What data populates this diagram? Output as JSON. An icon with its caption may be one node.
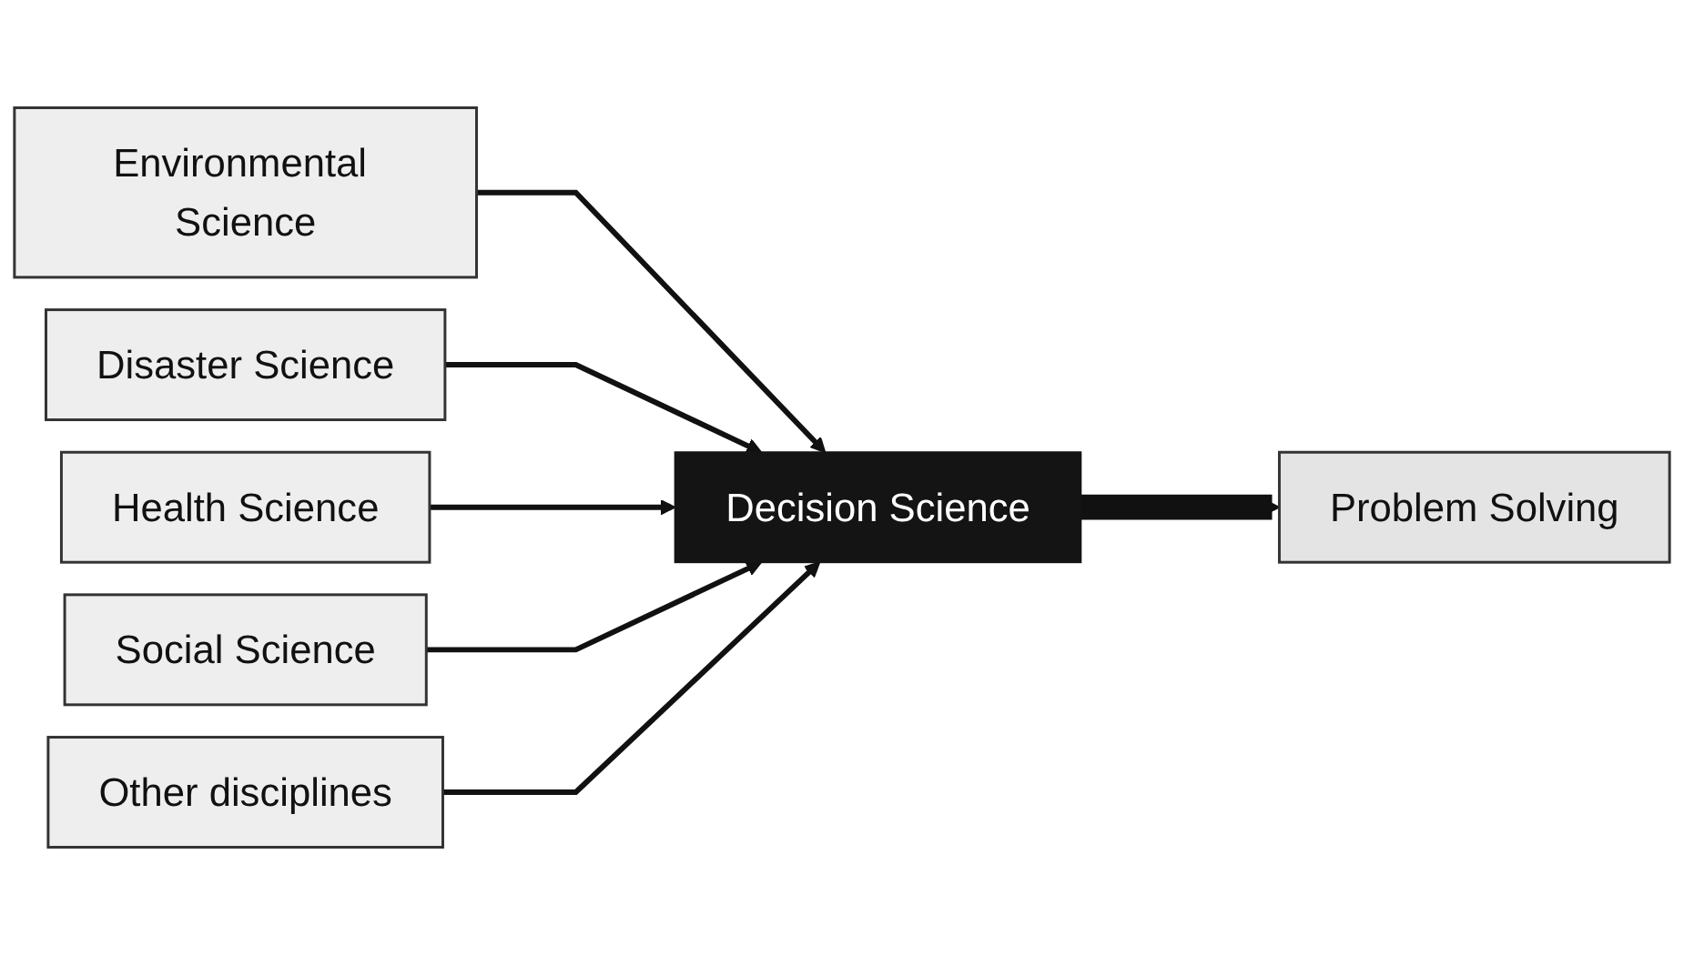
{
  "diagram": {
    "nodes": [
      {
        "text": [
          "Environmental Science"
        ]
      },
      {
        "text": [
          "Disaster Science"
        ]
      },
      {
        "text": [
          "Health Science"
        ]
      },
      {
        "text": [
          "Social Science"
        ]
      },
      {
        "text": [
          "Other disciplines"
        ]
      },
      {
        "text": [
          "Decision Science"
        ]
      },
      {
        "text": [
          "Problem Solving"
        ]
      }
    ],
    "edges": [
      {
        "from": 0,
        "to": 5,
        "arrow": "to"
      },
      {
        "from": 1,
        "to": 5,
        "arrow": "to"
      },
      {
        "from": 2,
        "to": 5,
        "arrow": "to"
      },
      {
        "from": 3,
        "to": 5,
        "arrow": "to"
      },
      {
        "from": 4,
        "to": 5,
        "arrow": "to"
      },
      {
        "from": 5,
        "to": 6,
        "arrow": "to",
        "style": "thick"
      }
    ]
  }
}
